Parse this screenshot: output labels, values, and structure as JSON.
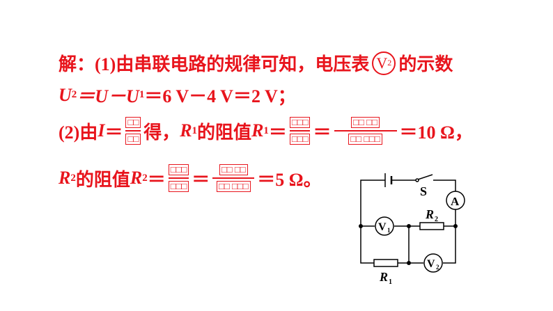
{
  "line1": {
    "prefix": "解：(1)由串联电路的规律可知，电压表",
    "meter": "V",
    "meter_sub": "2",
    "suffix": "的示数"
  },
  "line2": {
    "text_a": "U",
    "sub_a": "2",
    "text_b": "＝U－U",
    "sub_b": "1",
    "text_c": "＝6 V－4 V＝2 V；"
  },
  "line3": {
    "prefix": "(2)由",
    "var_i": "I",
    "eq": "＝",
    "frac1_num": "□□",
    "frac1_den": "□□",
    "mid": "得，",
    "r1": "R",
    "r1_sub": "1",
    "mid2": "的阻值",
    "r1b": "R",
    "r1b_sub": "1",
    "eq2": "＝",
    "frac2_num": "□□□",
    "frac2_den": "□□□",
    "eq3": "＝",
    "frac3_num": "□□ □□",
    "frac3_den": "□□ □□□",
    "result": "＝10 Ω，"
  },
  "line4": {
    "r2": "R",
    "r2_sub": "2",
    "mid": "的阻值",
    "r2b": "R",
    "r2b_sub": "2",
    "eq": "＝",
    "frac1_num": "□□□",
    "frac1_den": "□□□",
    "eq2": "＝",
    "frac2_num": "□□ □□",
    "frac2_den": "□□ □□□",
    "result": "＝5 Ω。"
  },
  "circuit": {
    "switch_label": "S",
    "ammeter_label": "A",
    "v1_label": "V",
    "v1_sub": "1",
    "v2_label": "V",
    "v2_sub": "2",
    "r1_label": "R",
    "r1_sub": "1",
    "r2_label": "R",
    "r2_sub": "2"
  }
}
